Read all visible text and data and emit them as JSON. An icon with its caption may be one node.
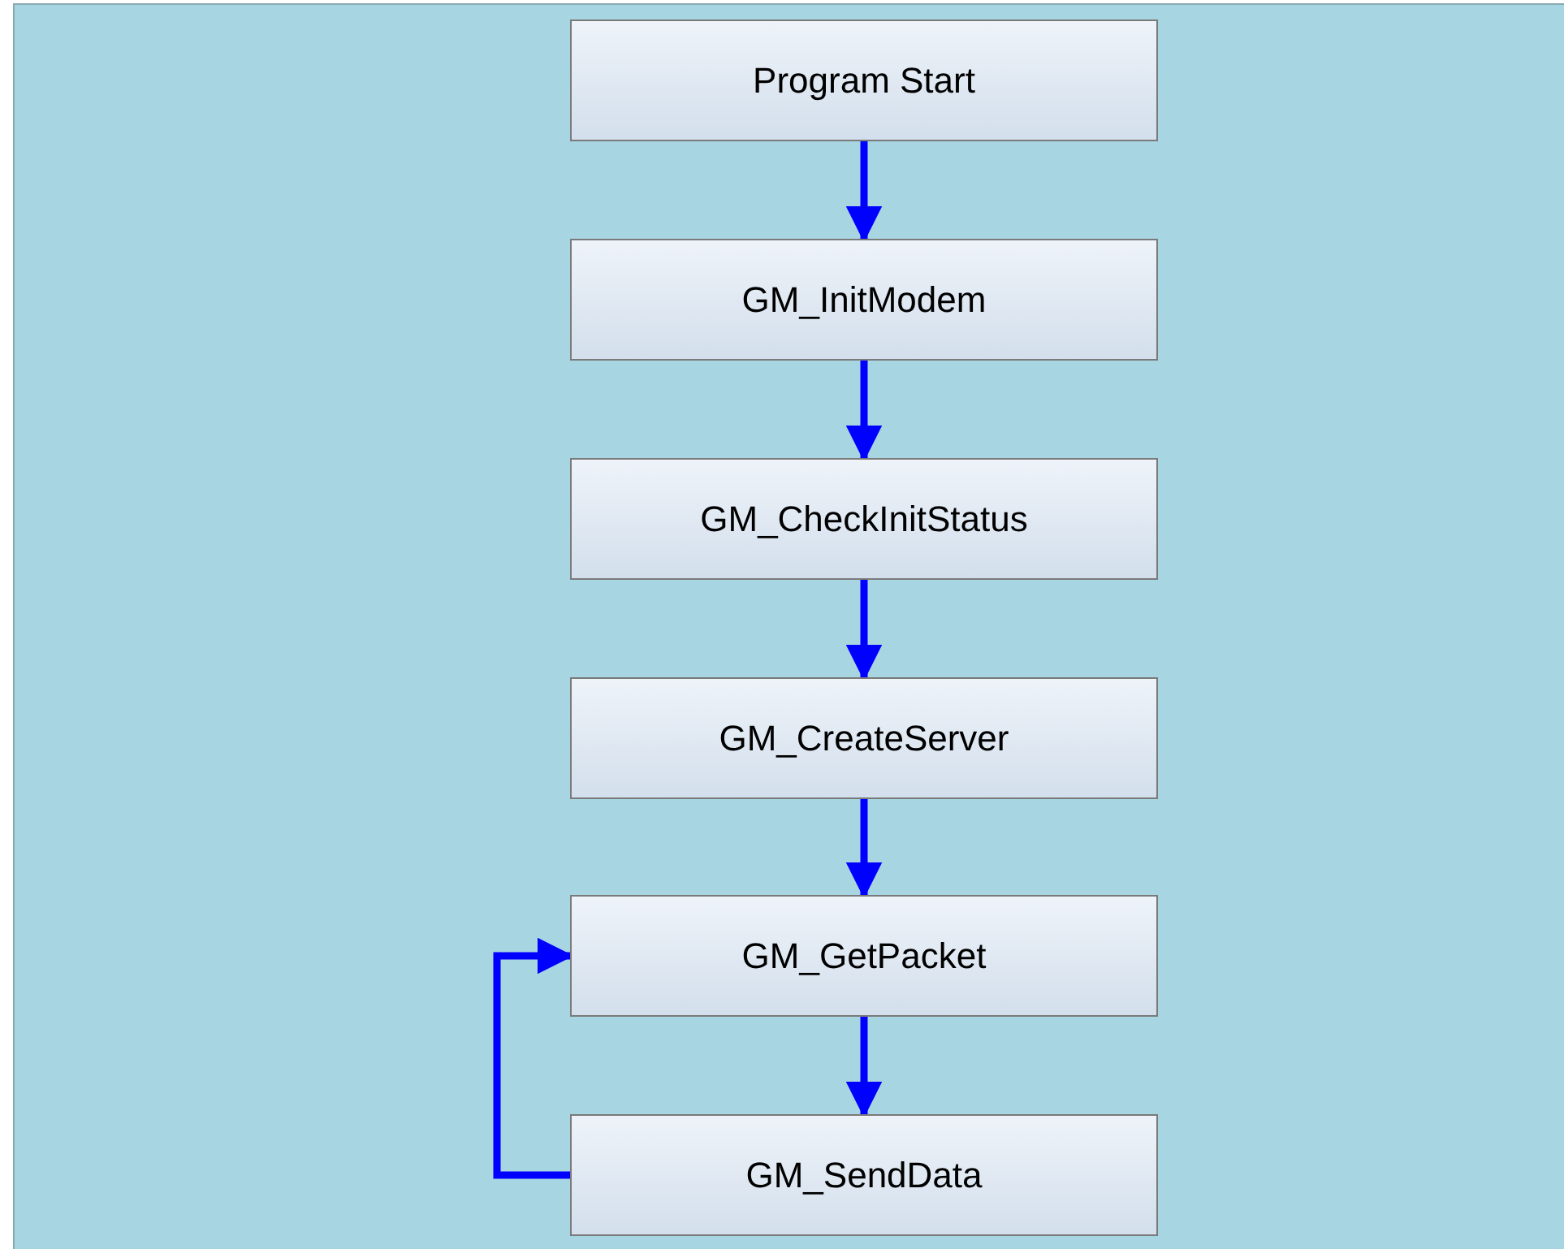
{
  "diagram": {
    "nodes": [
      {
        "text": [
          "Program Start"
        ]
      },
      {
        "text": [
          "GM_InitModem"
        ]
      },
      {
        "text": [
          "GM_CheckInitStatus"
        ]
      },
      {
        "text": [
          "GM_CreateServer"
        ]
      },
      {
        "text": [
          "GM_GetPacket"
        ]
      },
      {
        "text": [
          "GM_SendData"
        ]
      }
    ],
    "edges": [
      {
        "from": 0,
        "to": 1,
        "arrow": "to"
      },
      {
        "from": 1,
        "to": 2,
        "arrow": "to"
      },
      {
        "from": 2,
        "to": 3,
        "arrow": "to"
      },
      {
        "from": 3,
        "to": 4,
        "arrow": "to"
      },
      {
        "from": 4,
        "to": 5,
        "arrow": "to"
      },
      {
        "from": 5,
        "to": 4,
        "arrow": "to"
      }
    ]
  }
}
